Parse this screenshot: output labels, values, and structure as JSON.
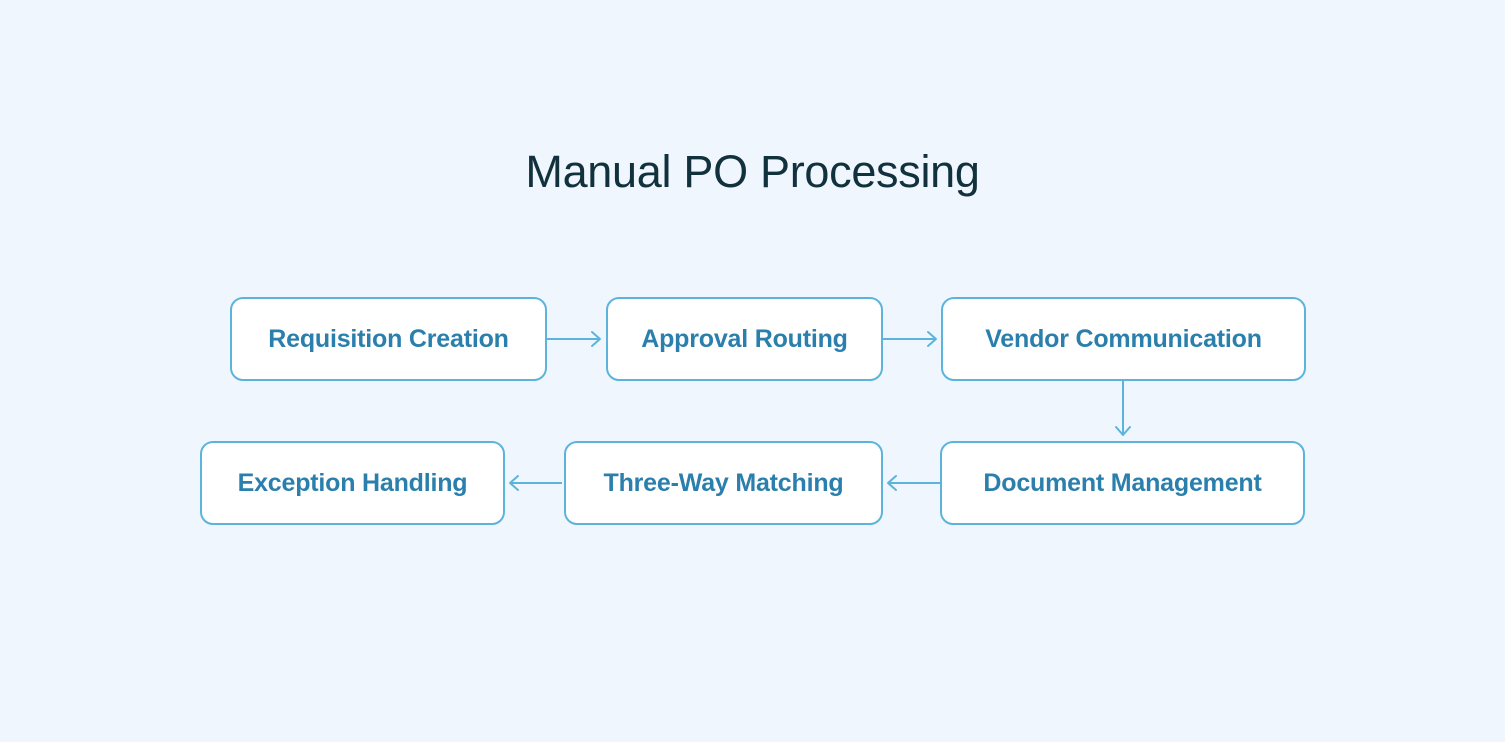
{
  "diagram": {
    "title": "Manual PO Processing",
    "type": "flowchart",
    "background_color": "#f0f6fd",
    "title_color": "#11313d",
    "node_border_color": "#5cb4dd",
    "node_fill_color": "#ffffff",
    "node_text_color": "#2b7fac",
    "edge_color": "#5cb4dd",
    "nodes": [
      {
        "id": "requisition-creation",
        "label": "Requisition Creation",
        "row": 1,
        "col": 1
      },
      {
        "id": "approval-routing",
        "label": "Approval Routing",
        "row": 1,
        "col": 2
      },
      {
        "id": "vendor-communication",
        "label": "Vendor Communication",
        "row": 1,
        "col": 3
      },
      {
        "id": "document-management",
        "label": "Document Management",
        "row": 2,
        "col": 3
      },
      {
        "id": "three-way-matching",
        "label": "Three-Way Matching",
        "row": 2,
        "col": 2
      },
      {
        "id": "exception-handling",
        "label": "Exception Handling",
        "row": 2,
        "col": 1
      }
    ],
    "edges": [
      {
        "id": "edge-requisition-to-approval",
        "from": "requisition-creation",
        "to": "approval-routing",
        "direction": "right"
      },
      {
        "id": "edge-approval-to-vendor",
        "from": "approval-routing",
        "to": "vendor-communication",
        "direction": "right"
      },
      {
        "id": "edge-vendor-to-document",
        "from": "vendor-communication",
        "to": "document-management",
        "direction": "down"
      },
      {
        "id": "edge-document-to-matching",
        "from": "document-management",
        "to": "three-way-matching",
        "direction": "left"
      },
      {
        "id": "edge-matching-to-exception",
        "from": "three-way-matching",
        "to": "exception-handling",
        "direction": "left"
      }
    ]
  }
}
